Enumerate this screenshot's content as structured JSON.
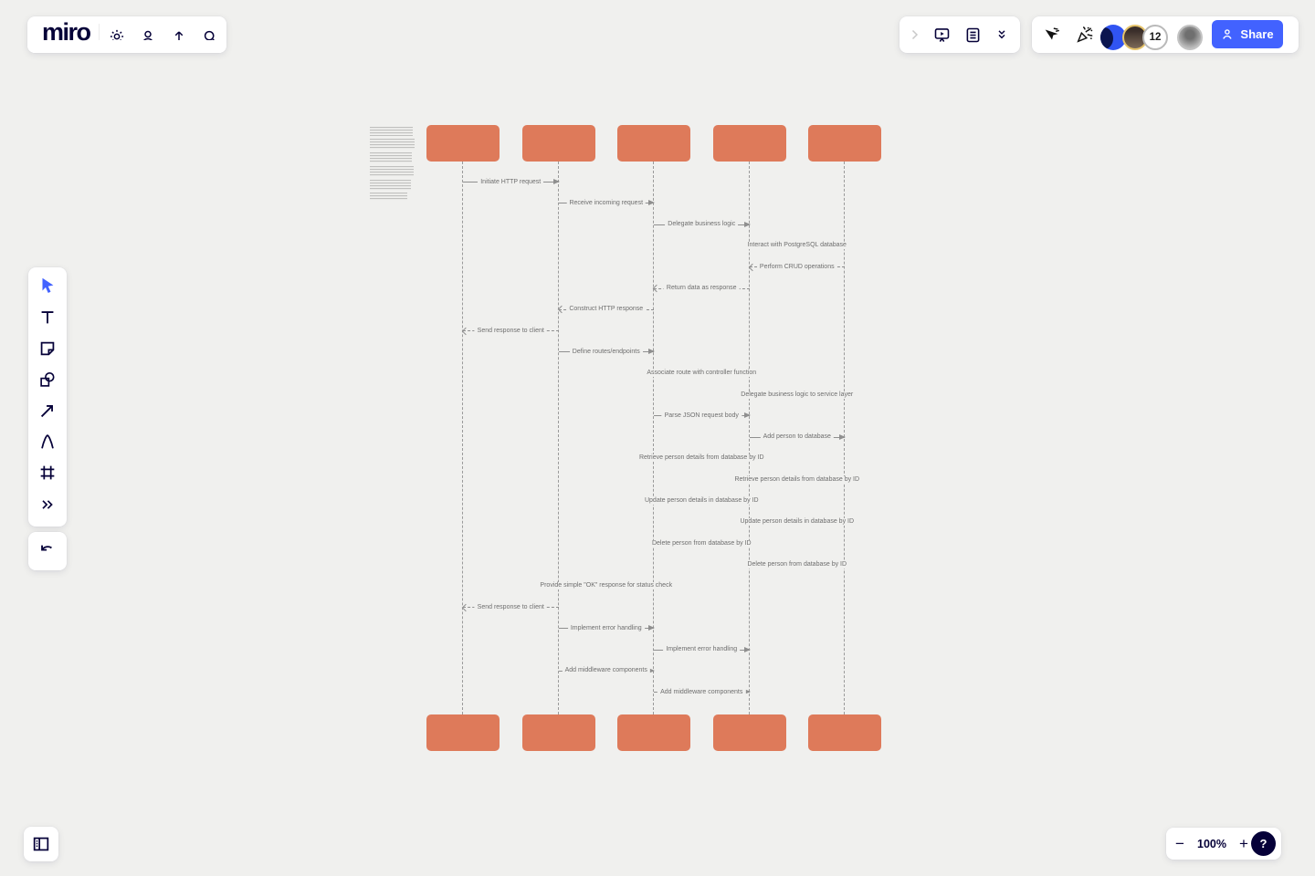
{
  "header": {
    "logo": "miro",
    "left_icons": [
      "settings-gear-icon",
      "account-icon",
      "export-up-arrow-icon",
      "search-icon"
    ]
  },
  "top_right_panel": {
    "icons": [
      "expand-chevron-right-icon",
      "presentation-icon",
      "notes-icon",
      "collapse-double-chevron-icon"
    ]
  },
  "presence": {
    "cursor_toggle_icon": "collaborator-cursors-icon",
    "reactions_icon": "confetti-icon",
    "overflow_count": "12",
    "share_label": "Share",
    "share_color": "#4262FF"
  },
  "left_toolbar": {
    "tools": [
      "select-cursor",
      "text",
      "sticky-note",
      "shapes",
      "connection-line",
      "pen",
      "frame",
      "more-tools"
    ],
    "undo": "undo"
  },
  "zoom_controls": {
    "minus": "−",
    "level": "100%",
    "plus": "+",
    "help_label": "?"
  },
  "diagram": {
    "box_color": "#DE7A5A",
    "lifeline_count": 5,
    "messages": [
      {
        "label": "Initiate HTTP request",
        "from": 1,
        "to": 2,
        "style": "solid"
      },
      {
        "label": "Receive incoming request",
        "from": 2,
        "to": 3,
        "style": "solid"
      },
      {
        "label": "Delegate business logic",
        "from": 3,
        "to": 4,
        "style": "solid"
      },
      {
        "label": "Interact with PostgreSQL database",
        "from": 4,
        "to": 5,
        "style": "solid"
      },
      {
        "label": "Perform CRUD operations",
        "from": 5,
        "to": 4,
        "style": "return"
      },
      {
        "label": "Return data as response",
        "from": 4,
        "to": 3,
        "style": "return"
      },
      {
        "label": "Construct HTTP response",
        "from": 3,
        "to": 2,
        "style": "return"
      },
      {
        "label": "Send response to client",
        "from": 2,
        "to": 1,
        "style": "return"
      },
      {
        "label": "Define routes/endpoints",
        "from": 2,
        "to": 3,
        "style": "solid"
      },
      {
        "label": "Associate route with controller function",
        "from": 3,
        "to": 4,
        "style": "solid"
      },
      {
        "label": "Delegate business logic to service layer",
        "from": 4,
        "to": 5,
        "style": "solid"
      },
      {
        "label": "Parse JSON request body",
        "from": 3,
        "to": 4,
        "style": "solid"
      },
      {
        "label": "Add person to database",
        "from": 4,
        "to": 5,
        "style": "solid"
      },
      {
        "label": "Retrieve person details from database by ID",
        "from": 3,
        "to": 4,
        "style": "solid"
      },
      {
        "label": "Retrieve person details from database by ID",
        "from": 4,
        "to": 5,
        "style": "solid"
      },
      {
        "label": "Update person details in database by ID",
        "from": 3,
        "to": 4,
        "style": "solid"
      },
      {
        "label": "Update person details in database by ID",
        "from": 4,
        "to": 5,
        "style": "solid"
      },
      {
        "label": "Delete person from database by ID",
        "from": 3,
        "to": 4,
        "style": "solid"
      },
      {
        "label": "Delete person from database by ID",
        "from": 4,
        "to": 5,
        "style": "solid"
      },
      {
        "label": "Provide simple \"OK\" response for status check",
        "from": 3,
        "to": 2,
        "style": "solid"
      },
      {
        "label": "Send response to client",
        "from": 2,
        "to": 1,
        "style": "return"
      },
      {
        "label": "Implement error handling",
        "from": 2,
        "to": 3,
        "style": "solid"
      },
      {
        "label": "Implement error handling",
        "from": 3,
        "to": 4,
        "style": "solid"
      },
      {
        "label": "Add middleware components",
        "from": 2,
        "to": 3,
        "style": "solid"
      },
      {
        "label": "Add middleware components",
        "from": 3,
        "to": 4,
        "style": "solid"
      }
    ]
  }
}
